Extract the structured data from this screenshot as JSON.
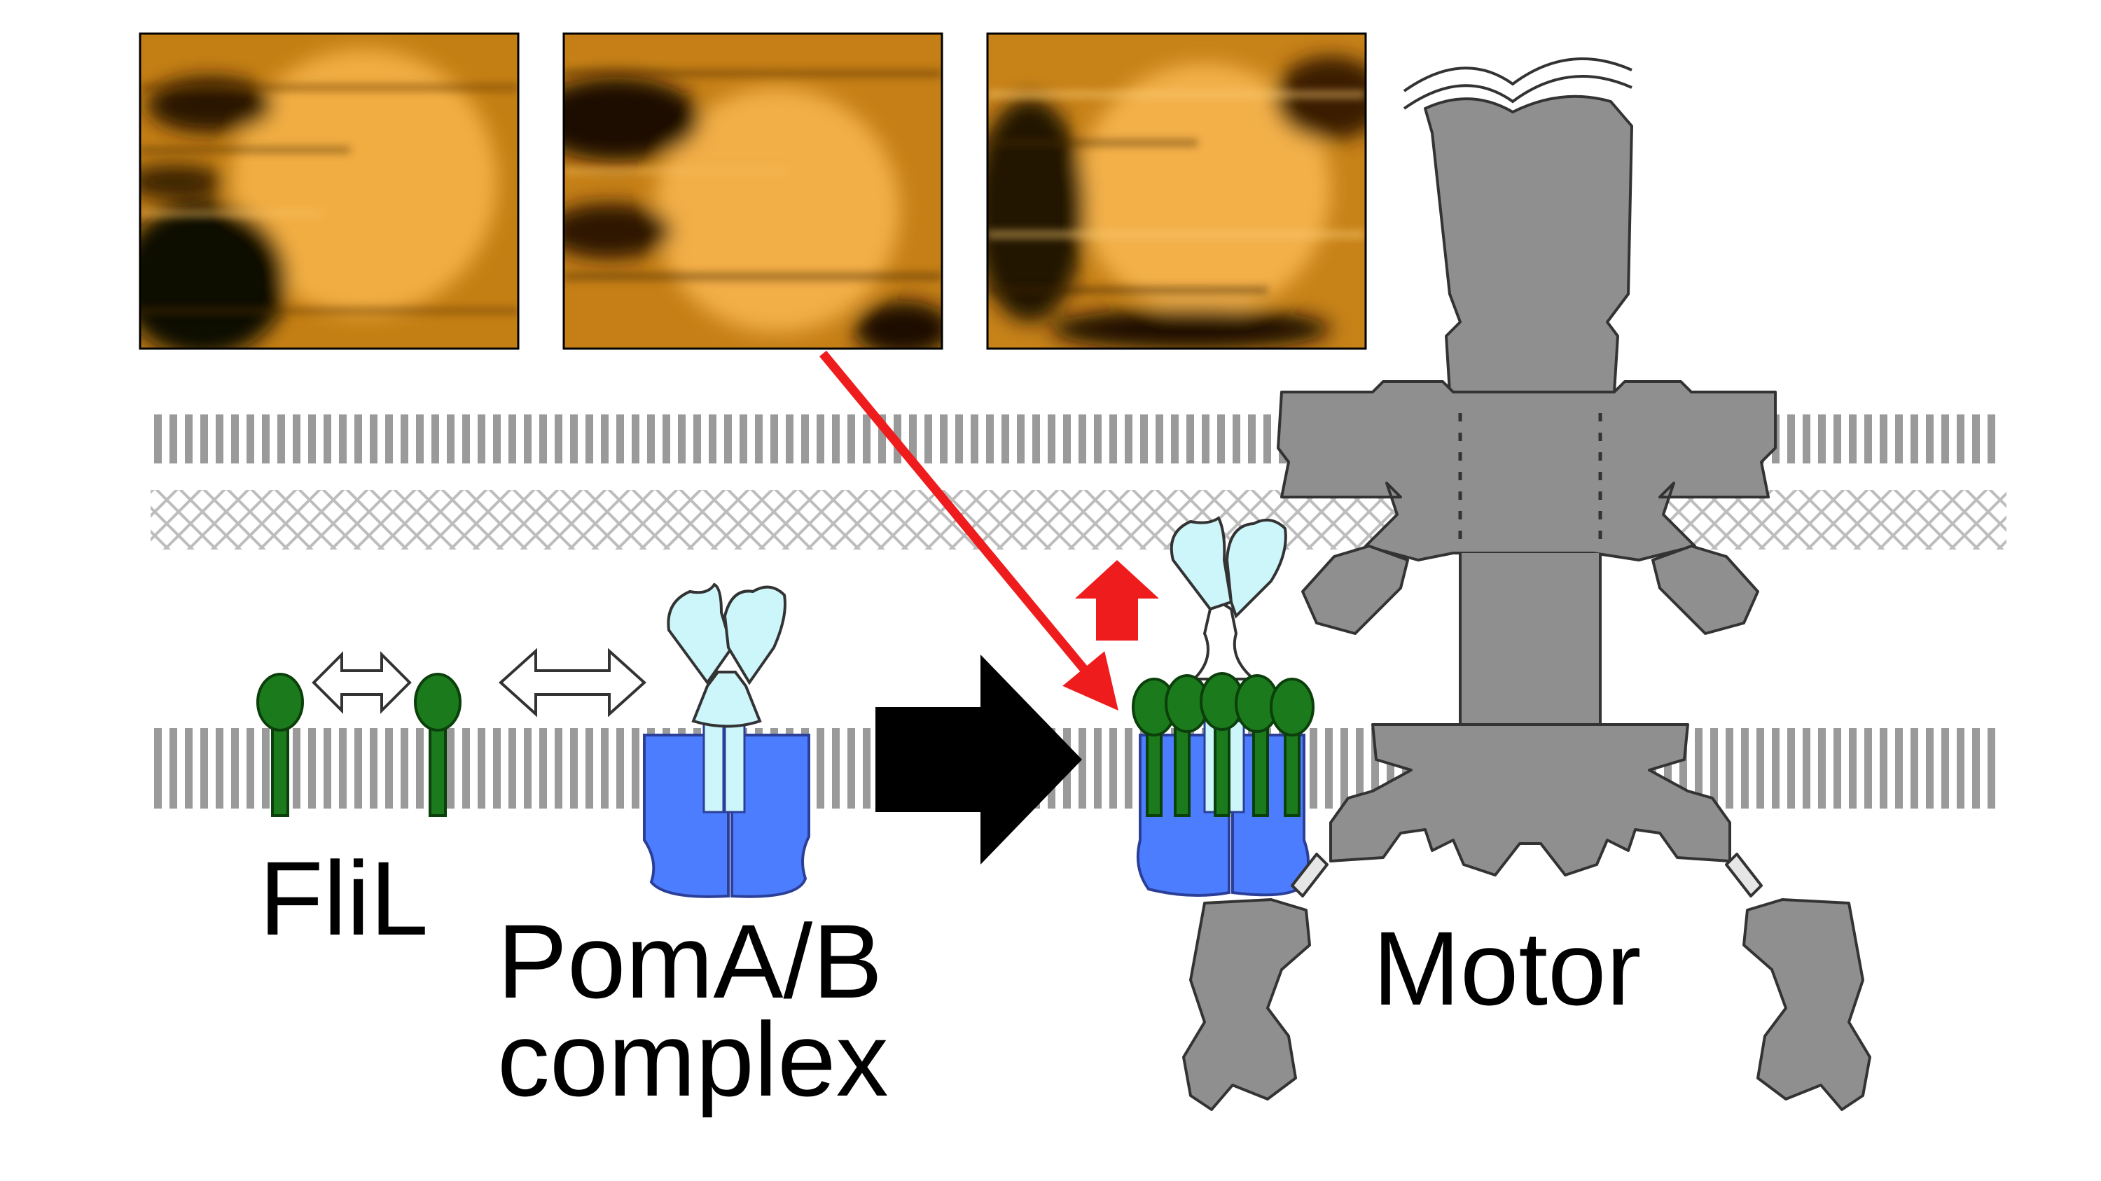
{
  "labels": {
    "flil": "FliL",
    "poma_line1": "PomA/B",
    "poma_line2": "complex",
    "motor": "Motor"
  },
  "afm_images": [
    {
      "id": "afm-1",
      "description_tag": "afm-image"
    },
    {
      "id": "afm-2",
      "description_tag": "afm-image"
    },
    {
      "id": "afm-3",
      "description_tag": "afm-image"
    }
  ],
  "colors": {
    "membrane_stripe": "#9a9a9a",
    "peptidoglycan": "#c4c4c4",
    "flil_green": "#1b7a1b",
    "flil_dark": "#0b3f0b",
    "poma_blue": "#4d7dff",
    "pomb_cyan": "#cdf6fa",
    "motor_gray": "#8f8f8f",
    "arrow_red": "#ee1c1c",
    "arrow_black": "#000000",
    "afm_orange": "#e8a23a"
  },
  "icons": {
    "double_arrow": "double-arrow-icon",
    "big_arrow": "right-arrow-icon",
    "up_arrow": "up-arrow-icon",
    "red_pointer": "pointer-arrow-icon"
  }
}
